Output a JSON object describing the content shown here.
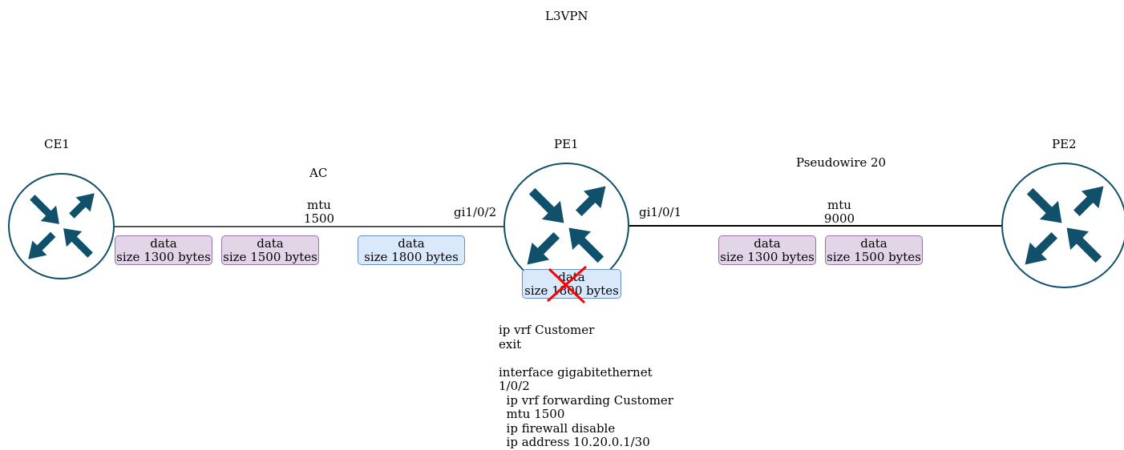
{
  "title": "L3VPN",
  "nodes": {
    "ce1": "CE1",
    "pe1": "PE1",
    "pe2": "PE2"
  },
  "links": {
    "ac": {
      "name": "AC",
      "mtu_label": "mtu",
      "mtu_value": "1500"
    },
    "pseudowire": {
      "name": "Pseudowire 20",
      "mtu_label": "mtu",
      "mtu_value": "9000"
    }
  },
  "interfaces": {
    "pe1_left": "gi1/0/2",
    "pe1_right": "gi1/0/1"
  },
  "packets": {
    "ac_1300": {
      "line1": "data",
      "line2": "size 1300 bytes"
    },
    "ac_1500": {
      "line1": "data",
      "line2": "size 1500 bytes"
    },
    "ac_1800": {
      "line1": "data",
      "line2": "size 1800 bytes"
    },
    "dropped_1800": {
      "line1": "data",
      "line2": "size 1800 bytes"
    },
    "pw_1300": {
      "line1": "data",
      "line2": "size 1300 bytes"
    },
    "pw_1500": {
      "line1": "data",
      "line2": "size 1500 bytes"
    }
  },
  "config": {
    "text": "ip vrf Customer\nexit\n\ninterface gigabitethernet\n1/0/2\n  ip vrf forwarding Customer\n  mtu 1500\n  ip firewall disable\n  ip address 10.20.0.1/30"
  },
  "icons": {
    "router": "router-icon",
    "drop": "red-x-icon"
  },
  "colors": {
    "router_blue": "#10506b",
    "packet_purple_fill": "#e1d5e7",
    "packet_purple_border": "#9673a6",
    "packet_blue_fill": "#dae8fc",
    "packet_blue_border": "#6c8ebf",
    "drop_red": "#ff0000"
  }
}
